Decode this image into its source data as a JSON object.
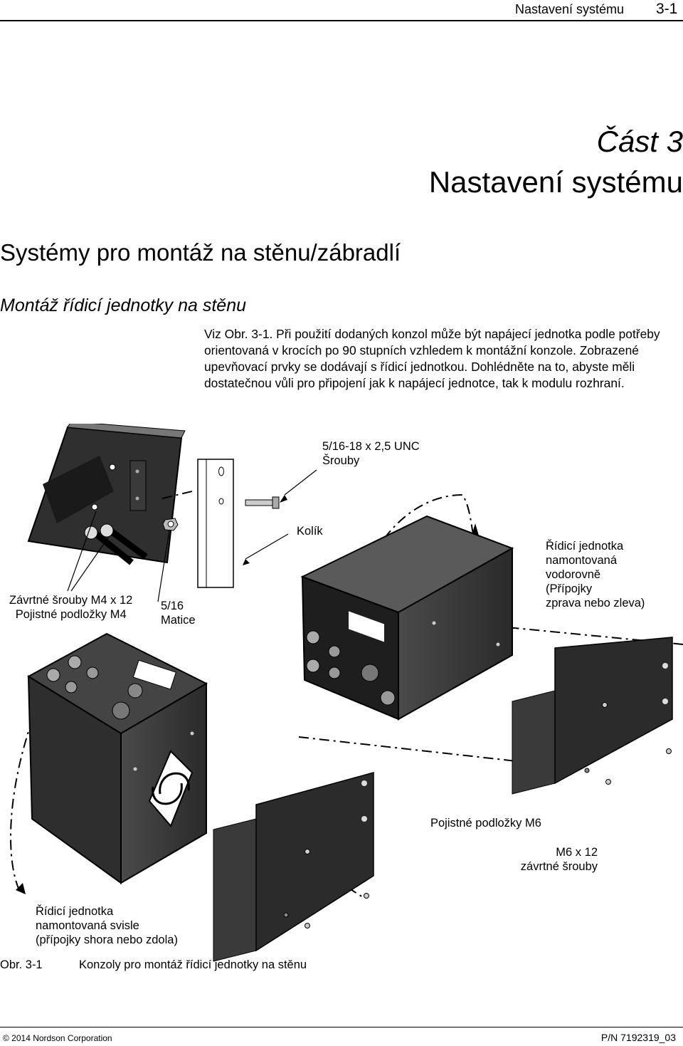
{
  "header": {
    "section": "Nastavení systému",
    "page": "3-1"
  },
  "chapter": {
    "part": "Část 3",
    "title": "Nastavení systému"
  },
  "section_heading": "Systémy pro montáž na stěnu/zábradlí",
  "subsection_heading": "Montáž řídicí jednotky na stěnu",
  "body_text": "Viz Obr. 3-1.  Při použití dodaných konzol může být napájecí jednotka podle potřeby orientovaná v krocích po 90 stupních vzhledem k montážní konzole. Zobrazené upevňovací prvky se dodávají s řídicí jednotkou. Dohlédněte na to, abyste měli dostatečnou vůli pro připojení jak k napájecí jednotce, tak k modulu rozhraní.",
  "labels": {
    "screws_1": "5/16-18 x 2,5 UNC",
    "screws_2": "Šrouby",
    "pin": "Kolík",
    "horiz_1": "Řídicí jednotka",
    "horiz_2": "namontovaná",
    "horiz_3": "vodorovně",
    "horiz_4": "(Přípojky",
    "horiz_5": "zprava nebo zleva)",
    "m4_1": "Závrtné šrouby M4 x 12",
    "m4_2": "Pojistné podložky M4",
    "nut_1": "5/16",
    "nut_2": "Matice",
    "washers_m6": "Pojistné podložky M6",
    "m6_1": "M6 x 12",
    "m6_2": "závrtné šrouby",
    "vert_1": "Řídicí jednotka",
    "vert_2": "namontovaná svisle",
    "vert_3": "(přípojky shora nebo zdola)"
  },
  "caption": {
    "number": "Obr. 3-1",
    "text": "Konzoly pro montáž řídicí jednotky na stěnu"
  },
  "footer": {
    "copyright": "© 2014 Nordson Corporation",
    "part_number": "P/N 7192319_03"
  }
}
